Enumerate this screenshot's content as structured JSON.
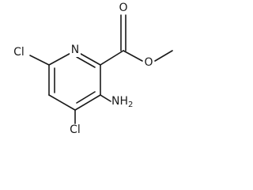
{
  "molecule": {
    "atom_labels": {
      "nitrogen": "N",
      "chloro_left": "Cl",
      "chloro_bottom": "Cl",
      "amino": "NH",
      "amino_subscript": "2",
      "carbonyl_oxygen": "O",
      "ester_oxygen": "O"
    },
    "colors": {
      "bond": "#1a1a1a",
      "background": "#ffffff"
    }
  }
}
